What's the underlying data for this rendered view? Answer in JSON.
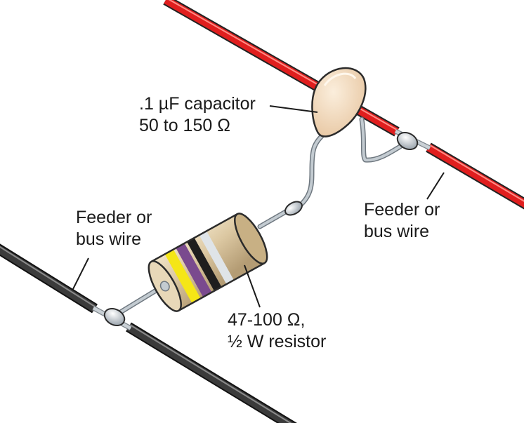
{
  "diagram": {
    "capacitor_label": {
      "line1": ".1 µF capacitor",
      "line2": "50 to 150 Ω"
    },
    "resistor_label": {
      "line1": "47-100 Ω,",
      "line2": "½ W resistor"
    },
    "feeder_left_label": {
      "line1": "Feeder or",
      "line2": "bus wire"
    },
    "feeder_right_label": {
      "line1": "Feeder or",
      "line2": "bus wire"
    },
    "resistor_bands": [
      "yellow",
      "violet",
      "black",
      "silver"
    ]
  },
  "colors": {
    "red_wire": "#e01e1e",
    "black_wire": "#3b3b3b",
    "capacitor": "#f2d9bd",
    "resistor_body": "#dcc8a2",
    "lead": "#b8c1c7",
    "band_yellow": "#f5e616",
    "band_violet": "#7a4a8e",
    "band_black": "#1e1e1e",
    "band_silver": "#dfe4e8"
  }
}
